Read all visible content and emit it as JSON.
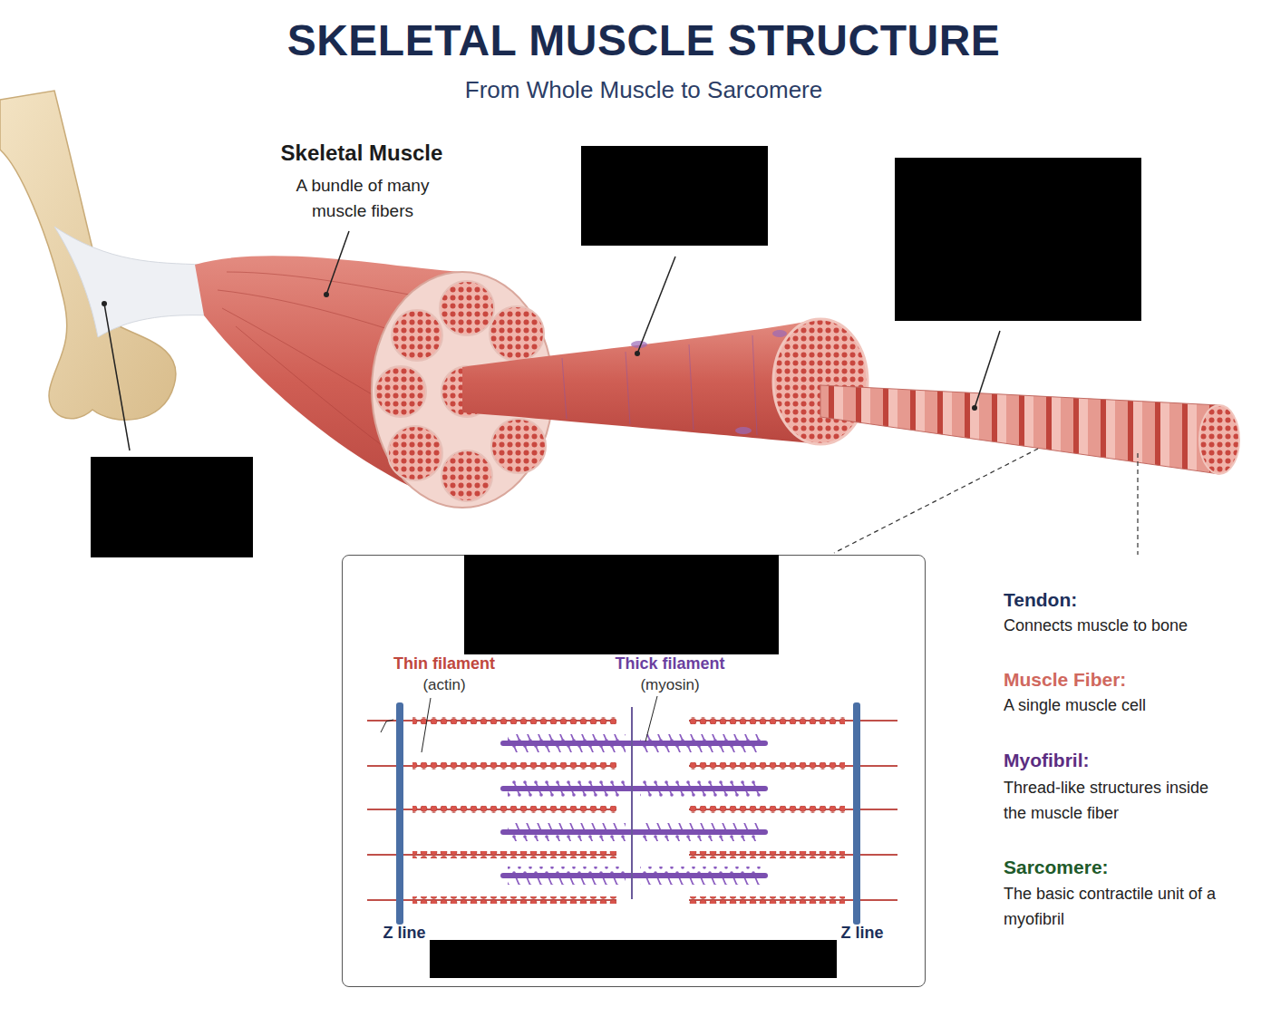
{
  "diagram": {
    "title": "SKELETAL MUSCLE STRUCTURE",
    "nodes": [
      {
        "text": [
          "Thin filament",
          "(actin)",
          "Thick filament",
          "(myosin)",
          "Z line",
          "Z line"
        ]
      }
    ],
    "labels": [
      "From Whole Muscle to Sarcomere",
      "Skeletal Muscle",
      "A bundle of many muscle fibers",
      "Tendon:",
      "Connects muscle to bone",
      "Muscle Fiber:",
      "A single muscle cell",
      "Myofibril:",
      "Thread-like structures inside the muscle fiber",
      "Sarcomere:",
      "The basic contractile unit of a myofibril"
    ]
  }
}
